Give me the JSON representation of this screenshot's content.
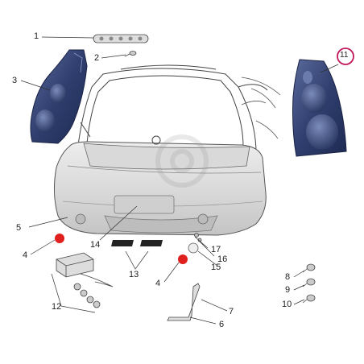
{
  "callouts": {
    "c1": "1",
    "c2": "2",
    "c3": "3",
    "c4a": "4",
    "c4b": "4",
    "c5": "5",
    "c6": "6",
    "c7": "7",
    "c8": "8",
    "c9": "9",
    "c10": "10",
    "c11": "11",
    "c12": "12",
    "c13": "13",
    "c14": "14",
    "c15": "15",
    "c16": "16",
    "c17": "17"
  },
  "colors": {
    "highlight": "#c2185b",
    "red_dot": "#e0201e",
    "panel_blue": "#2e3f73",
    "line": "#333333"
  }
}
